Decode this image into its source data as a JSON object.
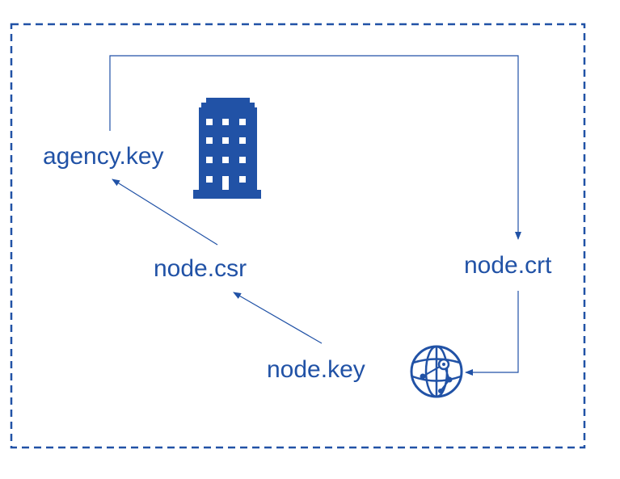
{
  "nodes": {
    "agency_key": "agency.key",
    "node_csr": "node.csr",
    "node_key": "node.key",
    "node_crt": "node.crt"
  },
  "icons": {
    "building": "building-icon",
    "globe": "globe-network-icon"
  },
  "colors": {
    "primary": "#2152a6",
    "background": "#ffffff"
  }
}
